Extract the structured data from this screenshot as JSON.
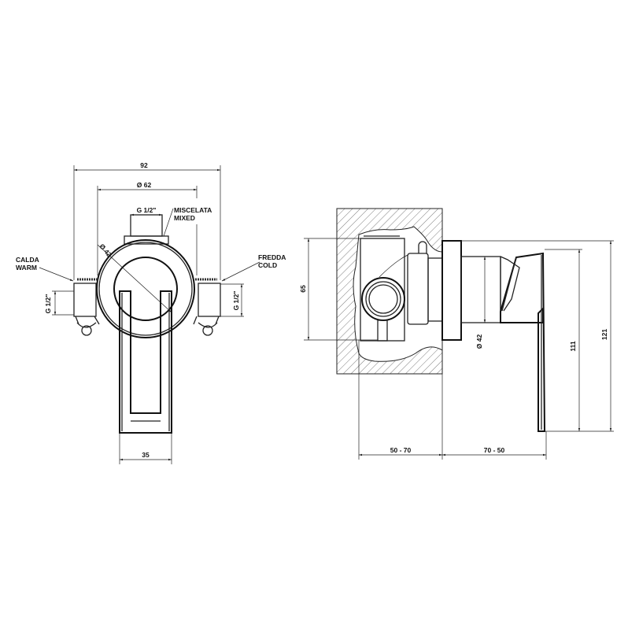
{
  "front_view": {
    "dim_overall_width": "92",
    "dim_plate_diameter": "Ø 62",
    "dim_outlet_thread": "G 1/2\"",
    "outlet_label_it": "MISCELATA",
    "outlet_label_en": "MIXED",
    "dim_body_diameter": "Ø 42",
    "hot_label_it": "CALDA",
    "hot_label_en": "WARM",
    "cold_label_it": "FREDDA",
    "cold_label_en": "COLD",
    "dim_hot_thread": "G 1/2\"",
    "dim_cold_thread": "G 1/2\"",
    "dim_handle_width": "35"
  },
  "side_view": {
    "dim_box_height": "65",
    "dim_body_diameter": "Ø 42",
    "dim_handle_height": "111",
    "dim_total_height": "121",
    "dim_wall_depth": "50 - 70",
    "dim_projection": "70 - 50"
  }
}
